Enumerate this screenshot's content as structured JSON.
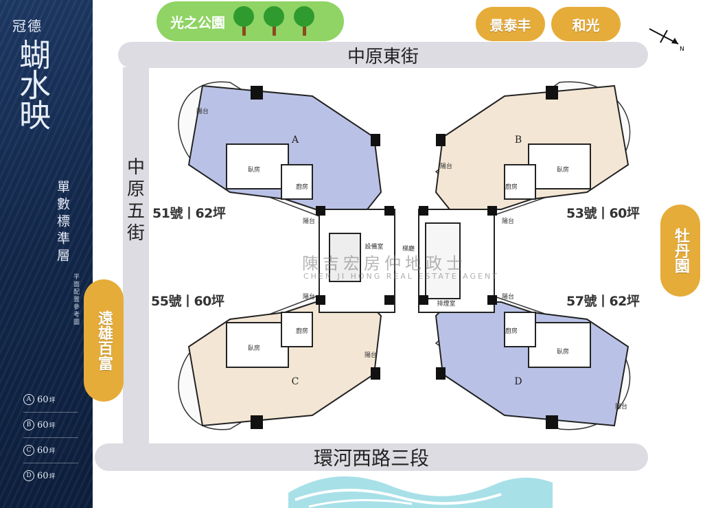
{
  "project": {
    "brand_small": "冠德",
    "brand_big": "蝴水映",
    "subtitle": "單數標準層",
    "note": "平面配置參考圖",
    "legend": [
      {
        "letter": "A",
        "size": "60",
        "unit": "坪"
      },
      {
        "letter": "B",
        "size": "60",
        "unit": "坪"
      },
      {
        "letter": "C",
        "size": "60",
        "unit": "坪"
      },
      {
        "letter": "D",
        "size": "60",
        "unit": "坪"
      }
    ]
  },
  "streets": {
    "top": "中原東街",
    "left": "中原五街",
    "bottom": "環河西路三段"
  },
  "landmarks": {
    "park": "光之公園",
    "top_right_1": "景泰丰",
    "top_right_2": "和光",
    "right": "牡丹園",
    "left": "遠雄百富"
  },
  "compass_label": "N",
  "units": {
    "tl": "51號丨62坪",
    "bl": "55號丨60坪",
    "tr": "53號丨60坪",
    "br": "57號丨62坪"
  },
  "plan": {
    "unit_letters": [
      "A",
      "B",
      "C",
      "D"
    ],
    "balcony": "陽台",
    "bedroom": "臥房",
    "kitchen": "廚房",
    "stair": "梯廳",
    "equip": "設備室",
    "shaft": "排煙室"
  },
  "watermark": {
    "cn": "陳吉宏房仲地政士",
    "en": "CHEN JI HONG REAL ESTATE AGENT"
  },
  "colors": {
    "unit_blue": "#b9c2e6",
    "unit_beige": "#f3e6d4",
    "street": "#dcdce2",
    "park": "#8fd464",
    "landmark": "#e6ac39",
    "panel": "#13294d",
    "river": "#a8e0e8"
  }
}
